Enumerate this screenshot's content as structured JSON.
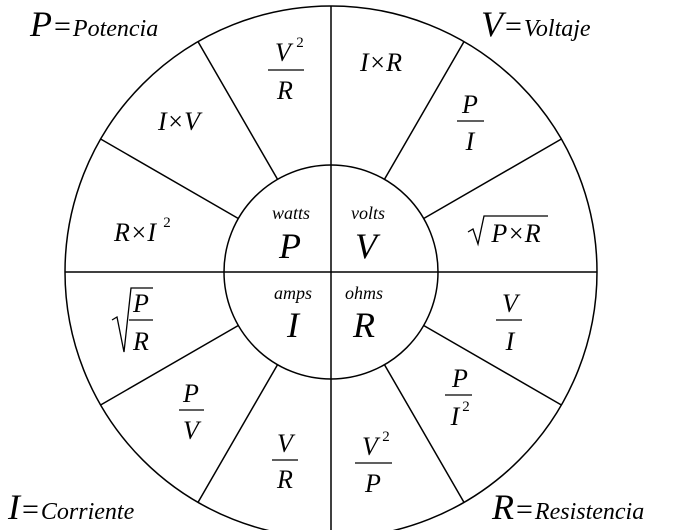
{
  "corners": {
    "top_left": {
      "symbol": "P",
      "equals": "=",
      "word": "Potencia"
    },
    "top_right": {
      "symbol": "V",
      "equals": "=",
      "word": "Voltaje"
    },
    "bottom_left": {
      "symbol": "I",
      "equals": "=",
      "word": "Corriente"
    },
    "bottom_right": {
      "symbol": "R",
      "equals": "=",
      "word": "Resistencia"
    }
  },
  "center": {
    "p_unit": "watts",
    "p_symbol": "P",
    "v_unit": "volts",
    "v_symbol": "V",
    "i_unit": "amps",
    "i_symbol": "I",
    "r_unit": "ohms",
    "r_symbol": "R"
  },
  "formulas": {
    "v2_over_r": {
      "num": "V",
      "exp": "2",
      "den": "R"
    },
    "i_times_r": "I×R",
    "i_times_v": "I×V",
    "p_over_i": {
      "num": "P",
      "den": "I"
    },
    "r_times_i2": {
      "base": "R×I",
      "exp": "2"
    },
    "sqrt_p_times_r": "P×R",
    "sqrt_p_over_r": {
      "num": "P",
      "den": "R"
    },
    "v_over_i": {
      "num": "V",
      "den": "I"
    },
    "p_over_v": {
      "num": "P",
      "den": "V"
    },
    "p_over_i2": {
      "num": "P",
      "den": "I",
      "exp": "2"
    },
    "v_over_r": {
      "num": "V",
      "den": "R"
    },
    "v2_over_p": {
      "num": "V",
      "exp": "2",
      "den": "P"
    }
  }
}
